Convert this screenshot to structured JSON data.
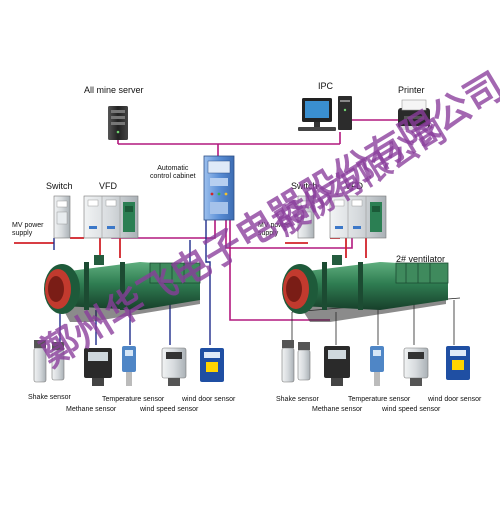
{
  "labels": {
    "server": "All mine server",
    "ipc": "IPC",
    "printer": "Printer",
    "cabinet": "Automatic\ncontrol cabinet",
    "switch_left": "Switch",
    "vfd_left": "VFD",
    "switch_right": "Switch",
    "vfd_right": "VFD",
    "mv_left": "MV power\nsupply",
    "mv_right": "MV power\nsupply",
    "ventilator_2": "2# ventilator"
  },
  "sensors_left": {
    "shake": "Shake sensor",
    "methane": "Methane sensor",
    "temperature": "Temperature sensor",
    "wind_speed": "wind speed sensor",
    "wind_door": "wind door sensor"
  },
  "sensors_right": {
    "shake": "Shake sensor",
    "methane": "Methane sensor",
    "temperature": "Temperature sensor",
    "wind_speed": "wind speed sensor",
    "wind_door": "wind door sensor"
  },
  "watermark": {
    "bottom": "鄭州华飞电子电器股份有限公司",
    "top": "股份有限公司"
  },
  "colors": {
    "network_line": "#b2187e",
    "power_line": "#d2232a",
    "signal_line": "#1f2c8c",
    "fan_green": "#2f7d52",
    "cabinet_blue": "#5b8fd6"
  }
}
